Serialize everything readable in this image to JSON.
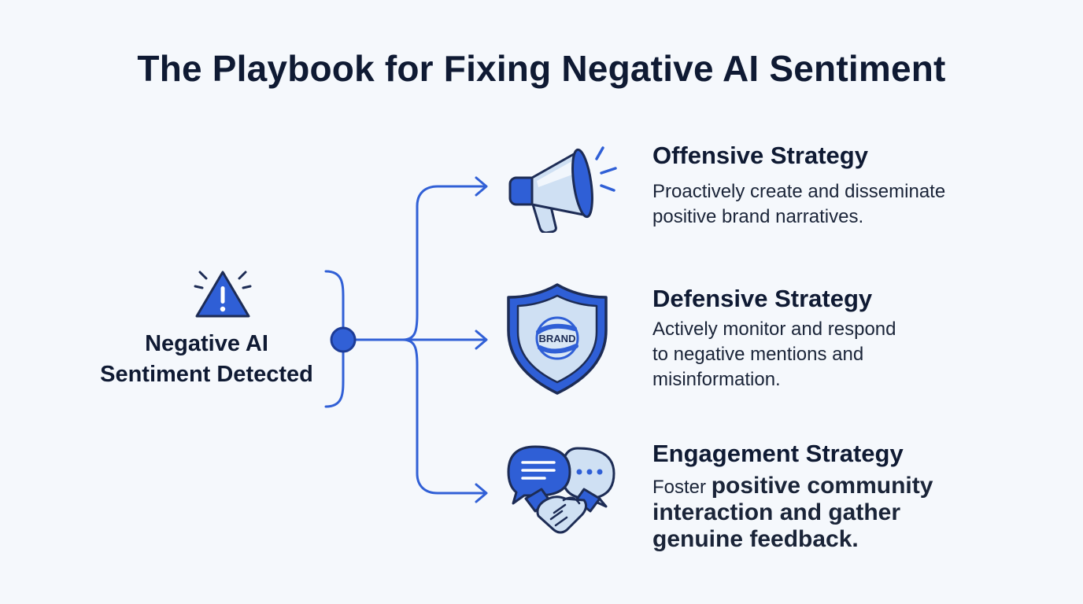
{
  "title": "The Playbook for Fixing Negative AI Sentiment",
  "source": {
    "label": "Negative AI\nSentiment Detected",
    "icon": "warning-triangle-icon"
  },
  "strategies": [
    {
      "title": "Offensive Strategy",
      "description": "Proactively create and disseminate\npositive brand narratives.",
      "icon": "megaphone-icon"
    },
    {
      "title": "Defensive Strategy",
      "description": "Actively monitor and respond\nto negative mentions and\nmisinformation.",
      "icon": "brand-shield-icon",
      "icon_text": "BRAND"
    },
    {
      "title": "Engagement Strategy",
      "description_lead": "Foster ",
      "description_bold": "positive community\ninteraction and gather\ngenuine feedback.",
      "icon": "chat-handshake-icon"
    }
  ],
  "colors": {
    "accent": "#3160d6",
    "dark_blue": "#1d3c96",
    "light_blue": "#cfe0f3",
    "text": "#0f1a33",
    "background": "#f5f8fc"
  }
}
